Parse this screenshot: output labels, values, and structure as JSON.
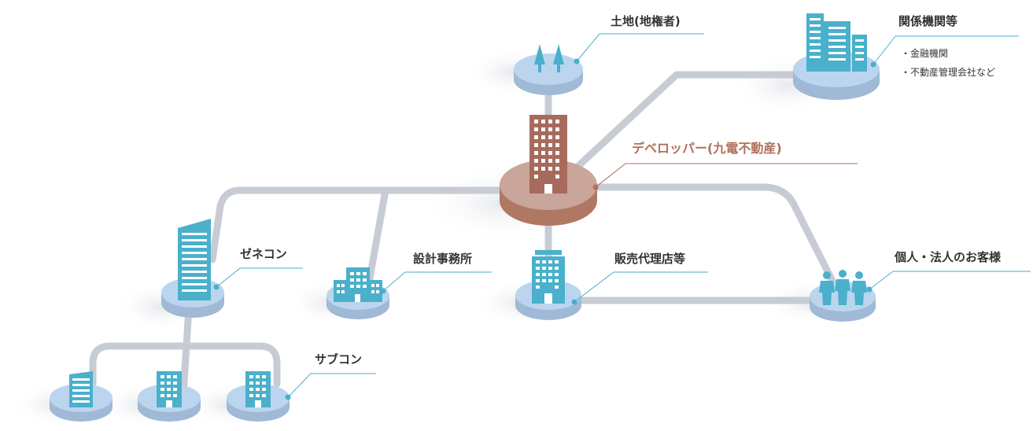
{
  "colors": {
    "connector": "#c7ccd4",
    "callout": "#4aaecb",
    "callout_dev": "#b0705a",
    "platform_top": "#bcd5ee",
    "platform_side": "#9fb9d6",
    "building": "#4ab0cc",
    "dev_top": "#c9a59c",
    "dev_side": "#b07863",
    "dev_building": "#a86a5c"
  },
  "nodes": {
    "land": {
      "label": "土地(地権者)",
      "icon": "trees-icon"
    },
    "related": {
      "label": "関係機関等",
      "items": [
        "・金融機関",
        "・不動産管理会社など"
      ],
      "icon": "office-towers-icon"
    },
    "developer": {
      "label": "デベロッパー(九電不動産)",
      "icon": "highrise-icon"
    },
    "general_contractor": {
      "label": "ゼネコン",
      "icon": "tower-icon"
    },
    "design_office": {
      "label": "設計事務所",
      "icon": "low-building-icon"
    },
    "sales_agency": {
      "label": "販売代理店等",
      "icon": "store-building-icon"
    },
    "customers": {
      "label": "個人・法人のお客様",
      "icon": "people-icon"
    },
    "subcontractors": {
      "label": "サブコン",
      "icon": "small-building-icon"
    }
  }
}
